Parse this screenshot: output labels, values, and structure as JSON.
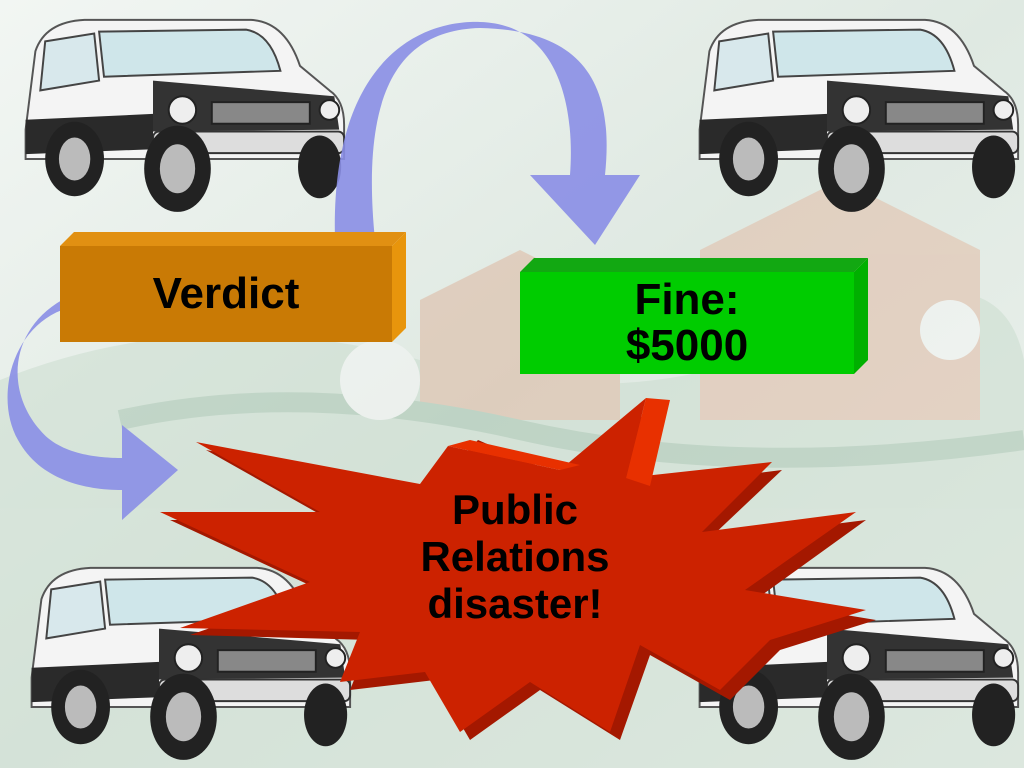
{
  "slide": {
    "verdict_label": "Verdict",
    "fine": {
      "line1": "Fine:",
      "line2": "$5000"
    },
    "burst": {
      "line1": "Public",
      "line2": "Relations",
      "line3": "disaster!"
    }
  },
  "colors": {
    "verdict_box": "#c97a05",
    "fine_box": "#00cc00",
    "burst": "#cc2200",
    "arrow": "#8a8ee6"
  },
  "icons": [
    "suv-image",
    "curved-arrow",
    "explosion-burst"
  ]
}
